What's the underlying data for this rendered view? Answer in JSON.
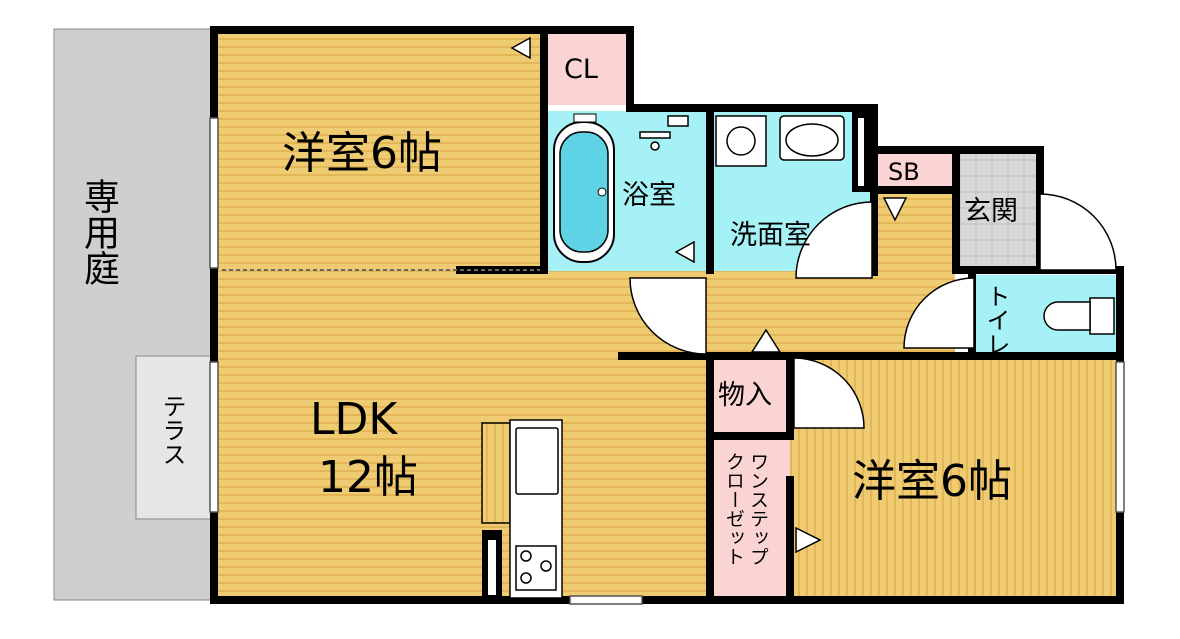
{
  "colors": {
    "floor": "#efcb72",
    "floor_stripe": "#e3b65a",
    "bath": "#a6f1f6",
    "storage": "#f9d4d2",
    "yard": "#cfcfcf",
    "terrace": "#e4e4e4",
    "wall": "#000000",
    "entrance_tile": "#d6d6d6"
  },
  "rooms": {
    "western_top": "洋室6帖",
    "western_bottom": "洋室6帖",
    "ldk_line1": "LDK",
    "ldk_line2": "12帖",
    "closet": "CL",
    "bath": "浴室",
    "washroom": "洗面室",
    "shoebox": "SB",
    "entrance": "玄関",
    "toilet": "トイレ",
    "storage": "物入",
    "walk_closet_line1": "ワンステップ",
    "walk_closet_line2": "クローゼット",
    "yard": "専用庭",
    "terrace": "テラス"
  }
}
